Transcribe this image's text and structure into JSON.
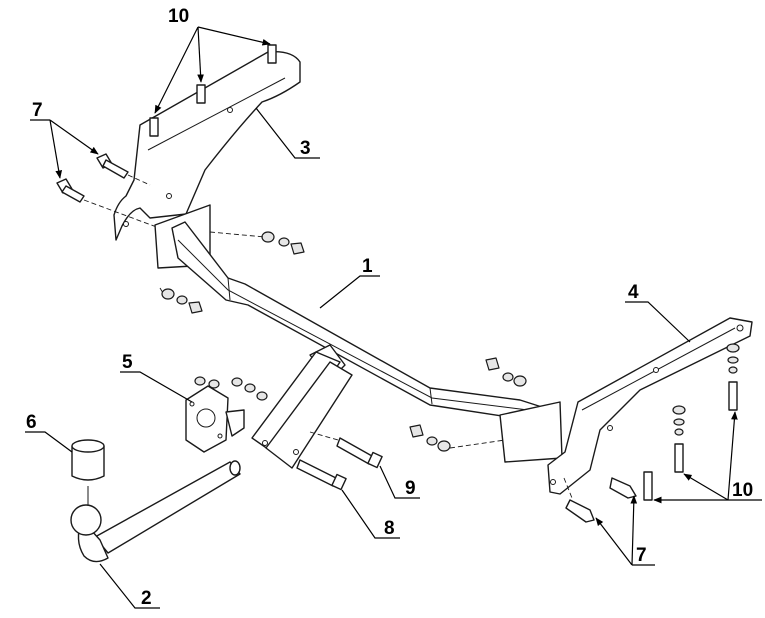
{
  "callouts": {
    "c1": "1",
    "c2": "2",
    "c3": "3",
    "c4": "4",
    "c5": "5",
    "c6": "6",
    "c7a": "7",
    "c7b": "7",
    "c8": "8",
    "c9": "9",
    "c10a": "10",
    "c10b": "10"
  },
  "colors": {
    "line": "#1a1a1a",
    "shade": "#e6e6e6",
    "background": "#ffffff"
  }
}
